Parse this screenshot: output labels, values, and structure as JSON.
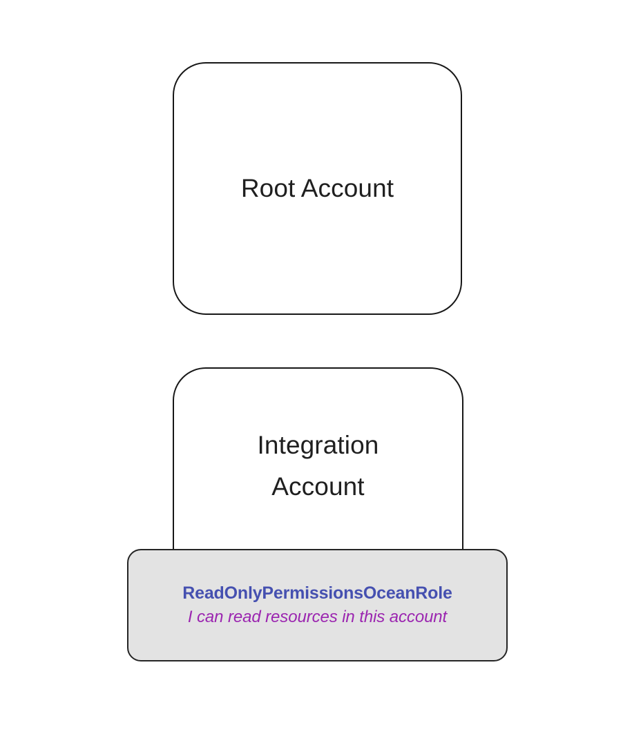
{
  "diagram": {
    "type": "aws-account-role-diagram",
    "background_color": "#ffffff",
    "nodes": {
      "root_account": {
        "label": "Root Account",
        "fill_color": "#ffffff",
        "border_color": "#171717",
        "text_color": "#1f1f1f"
      },
      "integration_account": {
        "label": "Integration\nAccount",
        "fill_color": "#ffffff",
        "border_color": "#171717",
        "text_color": "#1f1f1f"
      },
      "role_card": {
        "name": "ReadOnlyPermissionsOceanRole",
        "description": "I can read resources in this account",
        "fill_color": "#e3e3e3",
        "border_color": "#242424",
        "name_color": "#4550b0",
        "description_color": "#9b25b0"
      }
    }
  }
}
